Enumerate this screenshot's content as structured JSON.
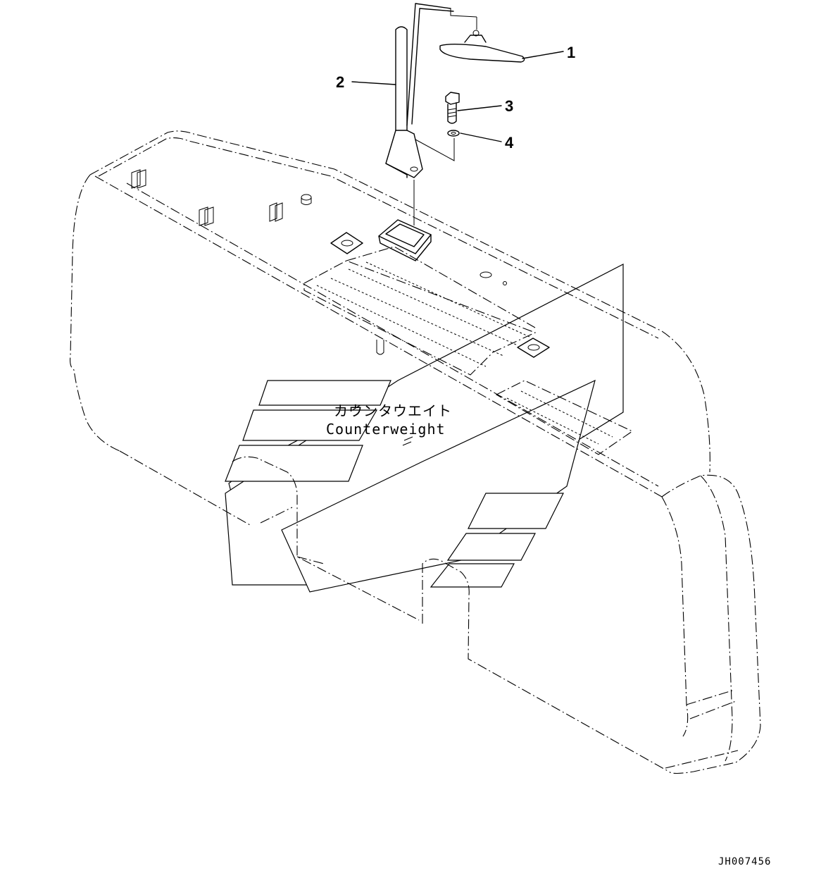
{
  "callouts": [
    {
      "number": "1",
      "part": "lamp"
    },
    {
      "number": "2",
      "part": "lamp-bracket"
    },
    {
      "number": "3",
      "part": "bolt"
    },
    {
      "number": "4",
      "part": "washer"
    }
  ],
  "component_label": {
    "japanese": "カウンタウエイト",
    "english": "Counterweight"
  },
  "drawing_code": "JH007456"
}
